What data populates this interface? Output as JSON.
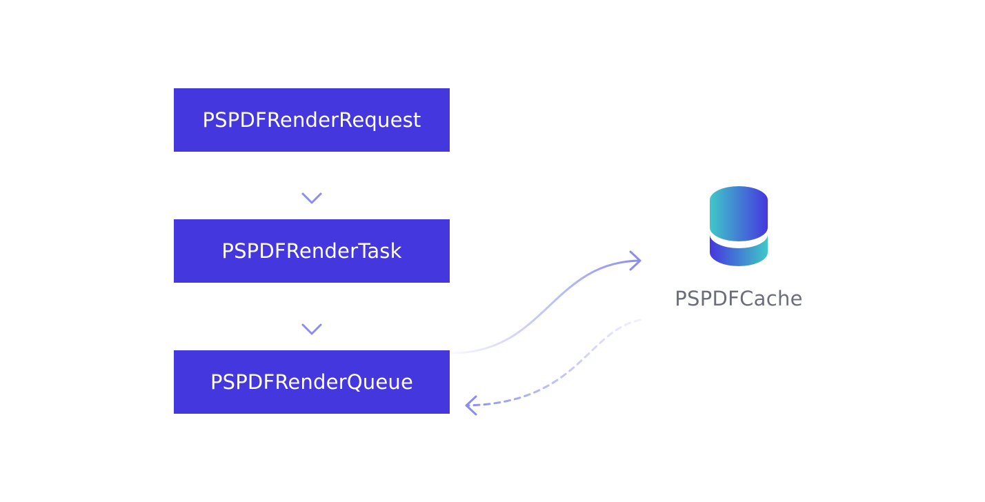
{
  "diagram": {
    "nodes": [
      {
        "id": "request",
        "label": "PSPDFRenderRequest"
      },
      {
        "id": "task",
        "label": "PSPDFRenderTask"
      },
      {
        "id": "queue",
        "label": "PSPDFRenderQueue"
      }
    ],
    "cache": {
      "label": "PSPDFCache",
      "icon": "database-icon"
    },
    "edges": [
      {
        "from": "request",
        "to": "task",
        "style": "solid"
      },
      {
        "from": "task",
        "to": "queue",
        "style": "solid"
      },
      {
        "from": "queue",
        "to": "cache",
        "style": "solid-curved"
      },
      {
        "from": "cache",
        "to": "queue",
        "style": "dashed-curved"
      }
    ],
    "colors": {
      "box_fill": "#4537de",
      "box_text": "#ffffff",
      "arrow": "#8a8cf0",
      "cache_label": "#6b6e7a",
      "db_gradient_start": "#3fc8c8",
      "db_gradient_end": "#4537de"
    }
  }
}
